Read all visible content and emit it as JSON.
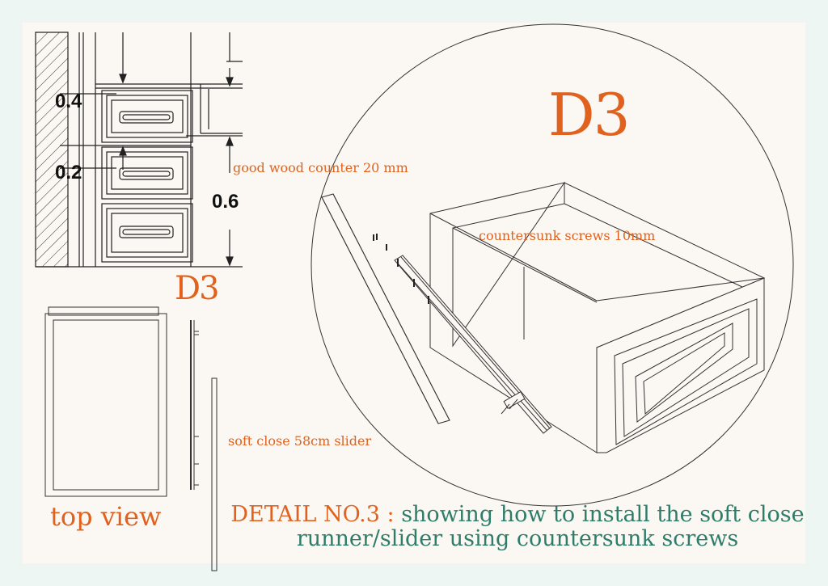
{
  "labels": {
    "title_main": "D3",
    "title_small": "D3",
    "dim_top": "0.4",
    "dim_mid": "0.2",
    "dim_right": "0.6",
    "note_counter": "good wood counter 20 mm",
    "note_screws": "countersunk screws 10mm",
    "note_slider": "soft close 58cm slider",
    "view_label": "top view",
    "detail_label": "DETAIL NO.3 :",
    "detail_line1": "showing how to install the soft close",
    "detail_line2": "runner/slider using countersunk screws"
  },
  "colors": {
    "accent_orange": "#e0621e",
    "accent_teal": "#2e7d6b",
    "line": "#222222",
    "page": "#fbf7f2",
    "border": "#eef6f3"
  }
}
